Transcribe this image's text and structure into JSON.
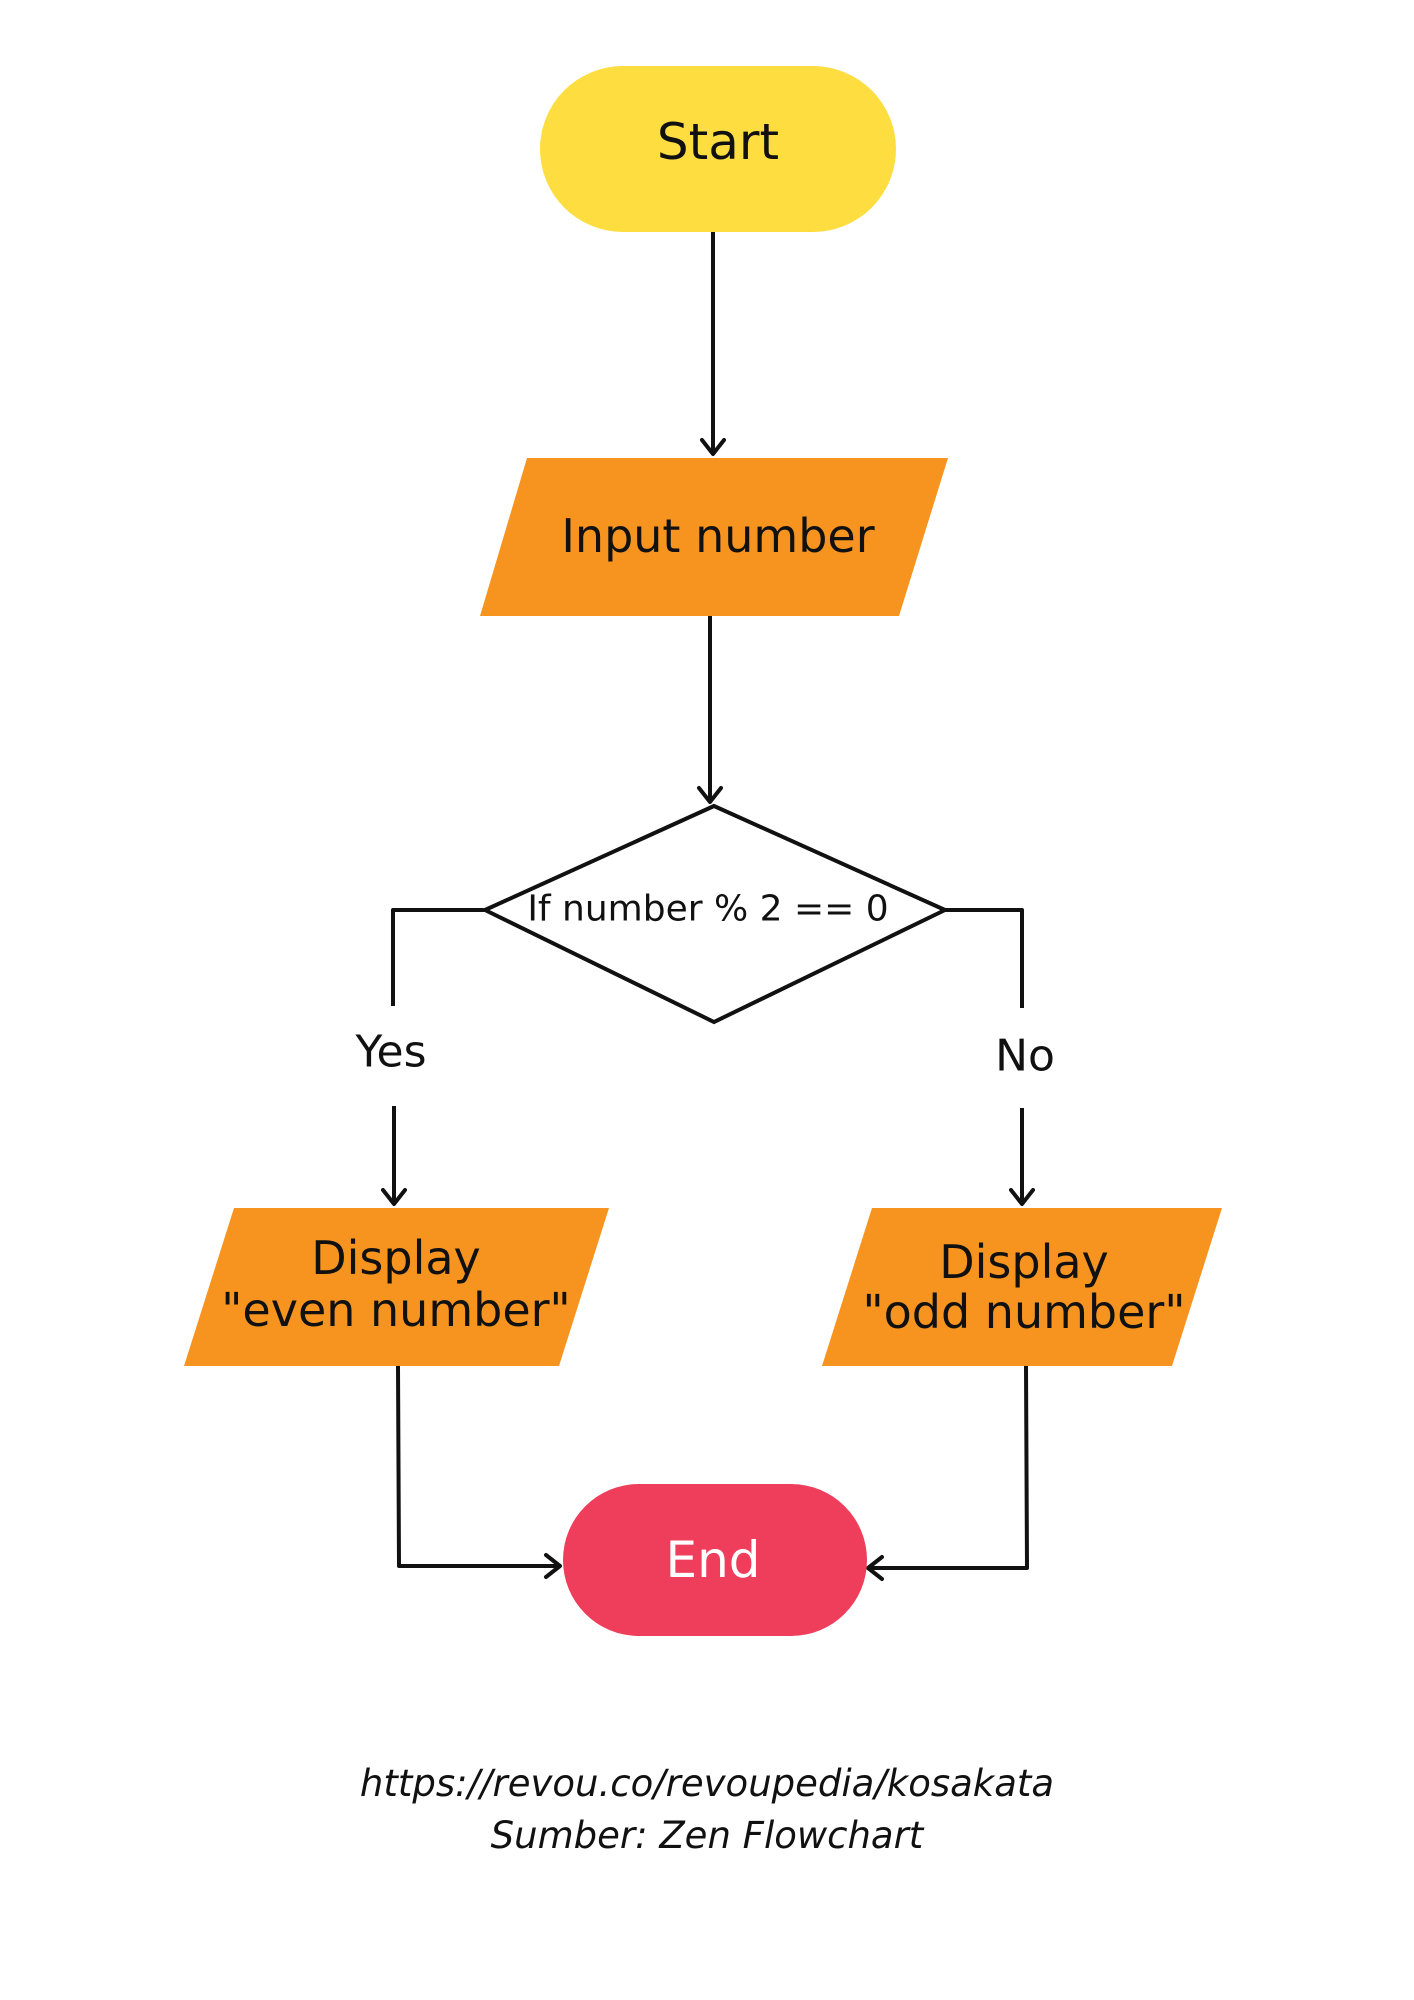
{
  "flowchart": {
    "start": {
      "label": "Start"
    },
    "input": {
      "label": "Input number"
    },
    "decision": {
      "label": "If number % 2 == 0"
    },
    "even_output": {
      "line1": "Display",
      "line2": "\"even number\""
    },
    "odd_output": {
      "line1": "Display",
      "line2": "\"odd number\""
    },
    "end": {
      "label": "End"
    },
    "branch_yes": "Yes",
    "branch_no": "No"
  },
  "footer": {
    "url": "https://revou.co/revoupedia/kosakata",
    "source": "Sumber: Zen Flowchart"
  },
  "colors": {
    "terminal_start": "#FDDD3F",
    "io_box": "#F7941F",
    "terminal_end": "#EF3E5B",
    "decision_fill": "#FFFFFF",
    "stroke": "#111111"
  }
}
